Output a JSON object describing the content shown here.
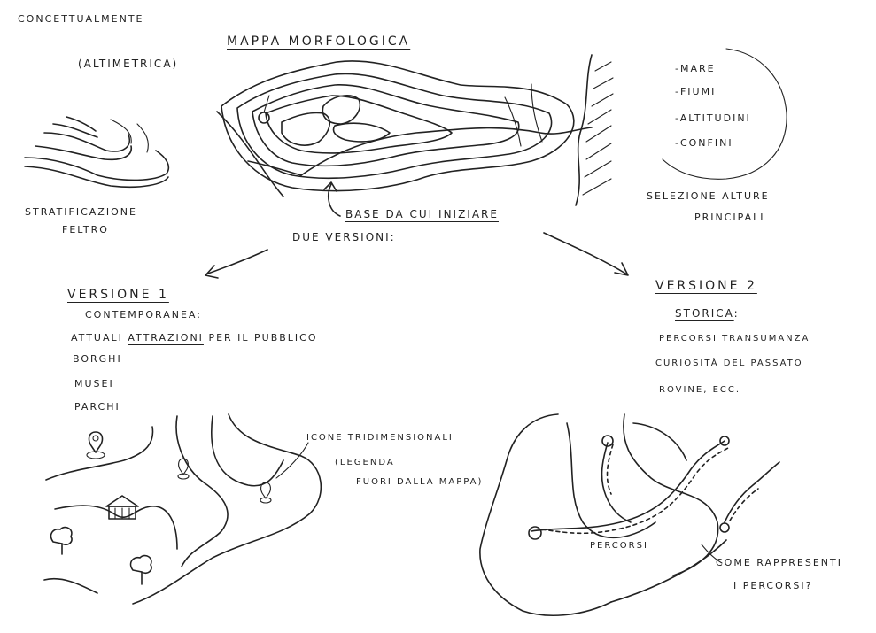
{
  "top_left": {
    "concept": "CONCETTUALMENTE",
    "altimetry": "(ALTIMETRICA)",
    "felt_line1": "STRATIFICAZIONE",
    "felt_line2": "FELTRO"
  },
  "map": {
    "title": "MAPPA MORFOLOGICA",
    "base_note": "BASE DA CUI INIZIARE",
    "two_versions": "DUE VERSIONI:"
  },
  "legend": {
    "items": [
      "-MARE",
      "-FIUMI",
      "-ALTITUDINI",
      "-CONFINI"
    ],
    "selection_line1": "SELEZIONE ALTURE",
    "selection_line2": "PRINCIPALI"
  },
  "version1": {
    "title": "VERSIONE 1",
    "subtitle": "CONTEMPORANEA:",
    "line1_a": "ATTUALI",
    "line1_b": "ATTRAZIONI",
    "line1_c": "PER IL PUBBLICO",
    "items": [
      "BORGHI",
      "MUSEI",
      "PARCHI"
    ],
    "icons_note": "ICONE TRIDIMENSIONALI",
    "legend_note_line1": "(LEGENDA",
    "legend_note_line2": "FUORI DALLA MAPPA)"
  },
  "version2": {
    "title": "VERSIONE 2",
    "subtitle": "STORICA",
    "subtitle_colon": ":",
    "items": [
      "PERCORSI TRANSUMANZA",
      "CURIOSITÀ DEL PASSATO",
      "ROVINE, ECC."
    ],
    "paths_label": "PERCORSI",
    "question_line1": "COME RAPPRESENTI",
    "question_line2": "I PERCORSI?"
  }
}
